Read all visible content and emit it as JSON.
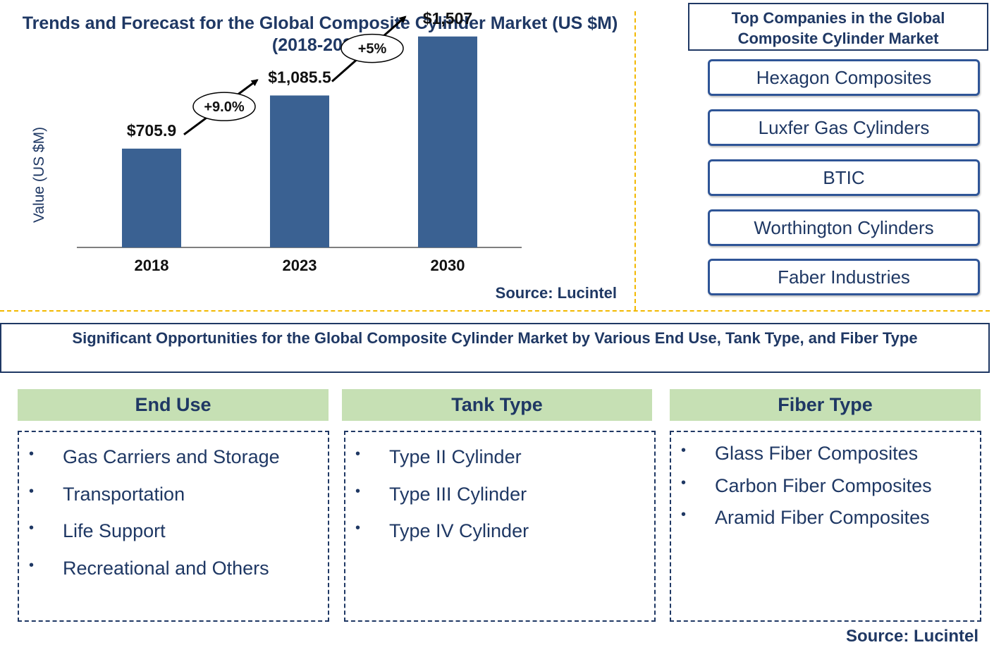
{
  "chart_data": {
    "type": "bar",
    "title": "Trends and Forecast for the Global Composite Cylinder Market (US $M) (2018-2030)",
    "ylabel": "Value (US $M)",
    "categories": [
      "2018",
      "2023",
      "2030"
    ],
    "values": [
      705.9,
      1085.5,
      1507
    ],
    "value_labels": [
      "$705.9",
      "$1,085.5",
      "$1,507"
    ],
    "growth_labels": [
      "+9.0%",
      "+5%"
    ],
    "ylim": [
      0,
      2800
    ],
    "bar_color": "#3a6192",
    "grid": false,
    "source": "Source: Lucintel"
  },
  "top_companies": {
    "title": "Top Companies in the Global Composite Cylinder Market",
    "items": [
      "Hexagon Composites",
      "Luxfer Gas Cylinders",
      "BTIC",
      "Worthington Cylinders",
      "Faber Industries"
    ]
  },
  "opportunities": {
    "title": "Significant Opportunities for the Global Composite Cylinder Market by Various End Use, Tank Type, and Fiber Type",
    "bullet": "•",
    "categories": [
      {
        "name": "End Use",
        "items": [
          "Gas Carriers and Storage",
          "Transportation",
          "Life Support",
          "Recreational and Others"
        ]
      },
      {
        "name": "Tank Type",
        "items": [
          "Type II Cylinder",
          "Type III Cylinder",
          "Type IV Cylinder"
        ]
      },
      {
        "name": "Fiber Type",
        "items": [
          "Glass Fiber Composites",
          "Carbon Fiber Composites",
          "Aramid Fiber Composites"
        ]
      }
    ],
    "header_color": "#c6e0b4",
    "source": "Source: Lucintel"
  },
  "colors": {
    "text": "#1f3864",
    "separator": "#f2b800",
    "company_border": "#2f5597"
  }
}
